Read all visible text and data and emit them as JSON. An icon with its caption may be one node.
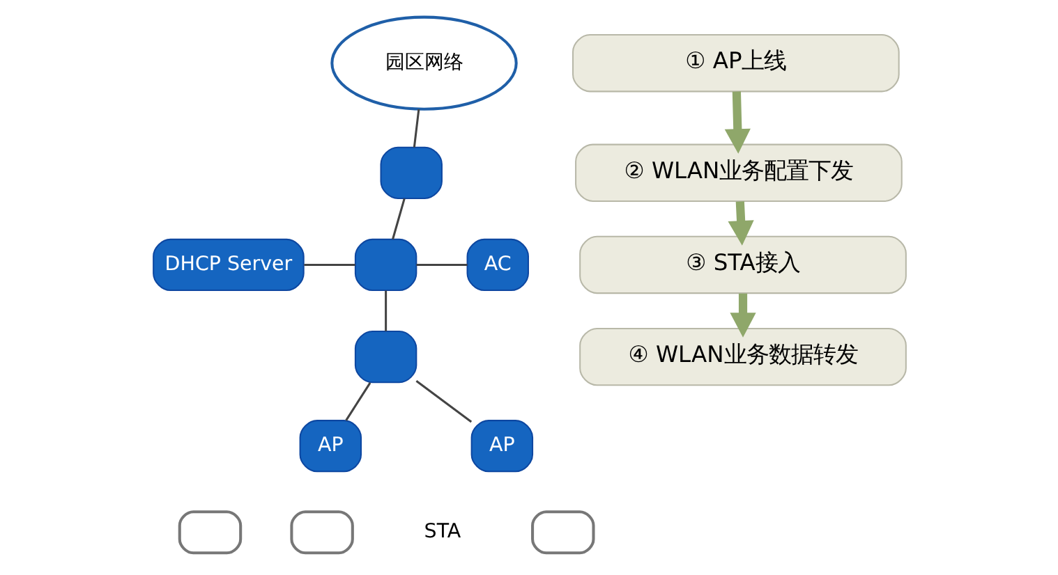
{
  "diagram": {
    "nodes": [
      {
        "text": [
          "园区网络"
        ]
      },
      {
        "text": [],
        "shape": "box"
      },
      {
        "text": [
          "DHCP Server"
        ]
      },
      {
        "text": [],
        "shape": "box"
      },
      {
        "text": [
          "AC"
        ]
      },
      {
        "text": [],
        "shape": "box"
      },
      {
        "text": [
          "AP"
        ]
      },
      {
        "text": [
          "AP"
        ]
      },
      {
        "text": [],
        "shape": "box"
      },
      {
        "text": [],
        "shape": "box"
      },
      {
        "text": [],
        "shape": "box"
      },
      {
        "text": [
          "① AP上线"
        ]
      },
      {
        "text": [
          "② WLAN业务配置下发"
        ]
      },
      {
        "text": [
          "③ STA接入"
        ]
      },
      {
        "text": [
          "④ WLAN业务数据转发"
        ]
      }
    ],
    "edges": [
      {
        "from": 0,
        "to": 1,
        "arrow": "none"
      },
      {
        "from": 1,
        "to": 3,
        "arrow": "none"
      },
      {
        "from": 2,
        "to": 3,
        "arrow": "none"
      },
      {
        "from": 3,
        "to": 4,
        "arrow": "none"
      },
      {
        "from": 3,
        "to": 5,
        "arrow": "none"
      },
      {
        "from": 5,
        "to": 6,
        "arrow": "none"
      },
      {
        "from": 5,
        "to": 7,
        "arrow": "none"
      },
      {
        "from": 11,
        "to": 12,
        "arrow": "to",
        "style": "thick",
        "color": "#8fa76a"
      },
      {
        "from": 12,
        "to": 13,
        "arrow": "to",
        "style": "thick",
        "color": "#8fa76a"
      },
      {
        "from": 13,
        "to": 14,
        "arrow": "to",
        "style": "thick",
        "color": "#8fa76a"
      }
    ],
    "labels": [
      "STA"
    ]
  }
}
